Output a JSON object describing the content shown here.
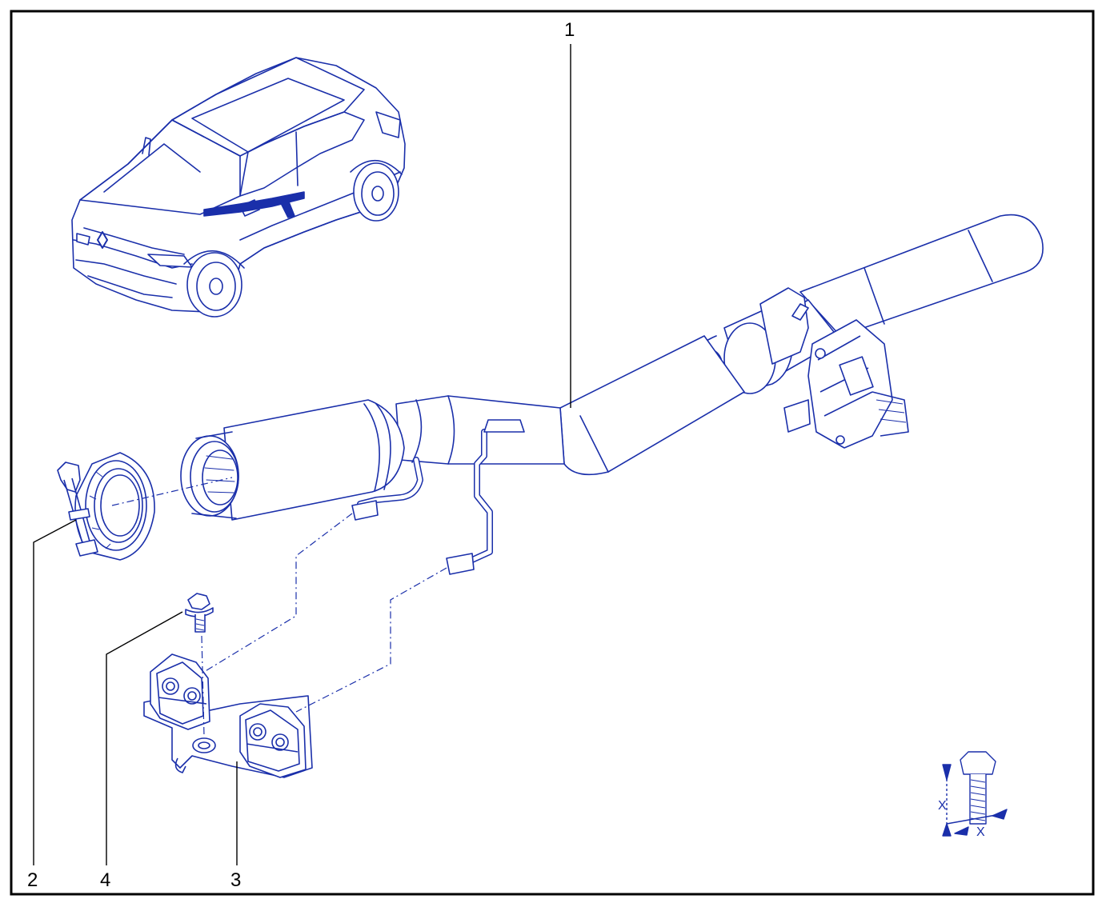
{
  "diagram": {
    "callouts": [
      "1",
      "2",
      "3",
      "4"
    ],
    "torque_symbol": {
      "dimension_label": "X"
    }
  },
  "colors": {
    "line": "#1a2faa",
    "fill": "#ffffff",
    "callout_text": "#000000",
    "border": "#000000"
  }
}
